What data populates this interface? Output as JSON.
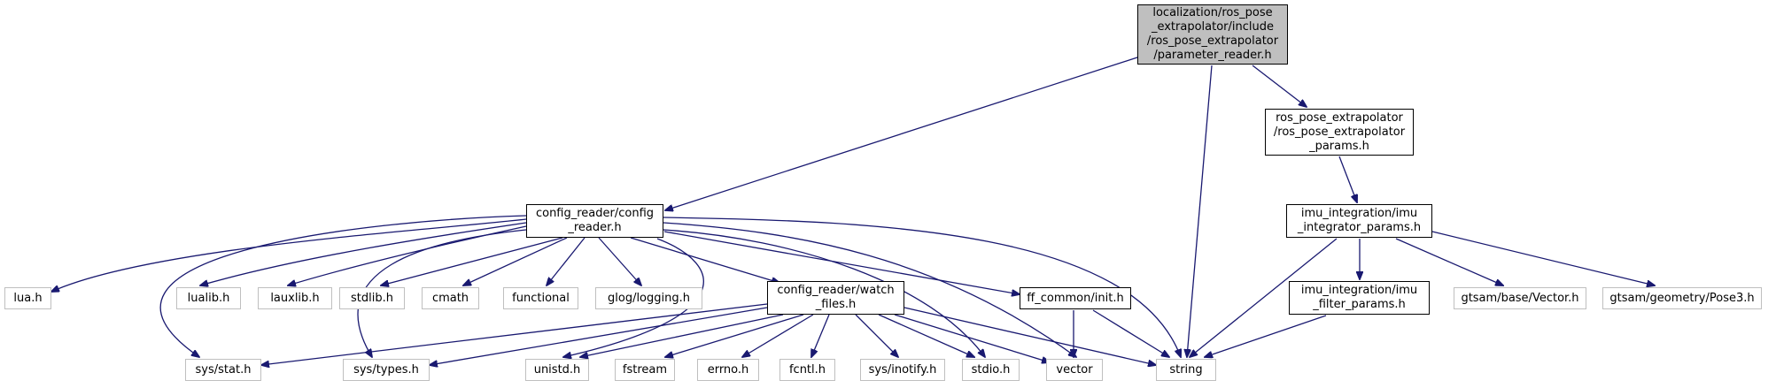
{
  "graph": {
    "edge_color": "#191970",
    "nodes": {
      "root": "localization/ros_pose\n_extrapolator/include\n/ros_pose_extrapolator\n/parameter_reader.h",
      "config_reader": "config_reader/config\n_reader.h",
      "params": "ros_pose_extrapolator\n/ros_pose_extrapolator\n_params.h",
      "imu_integrator_params": "imu_integration/imu\n_integrator_params.h",
      "lua": "lua.h",
      "lualib": "lualib.h",
      "lauxlib": "lauxlib.h",
      "stdlib": "stdlib.h",
      "cmath": "cmath",
      "functional": "functional",
      "glog": "glog/logging.h",
      "watch_files": "config_reader/watch\n_files.h",
      "ff_init": "ff_common/init.h",
      "imu_filter_params": "imu_integration/imu\n_filter_params.h",
      "gtsam_vector": "gtsam/base/Vector.h",
      "gtsam_pose3": "gtsam/geometry/Pose3.h",
      "sys_stat": "sys/stat.h",
      "sys_types": "sys/types.h",
      "unistd": "unistd.h",
      "fstream": "fstream",
      "errno": "errno.h",
      "fcntl": "fcntl.h",
      "sys_inotify": "sys/inotify.h",
      "stdio": "stdio.h",
      "vector": "vector",
      "string": "string"
    }
  }
}
